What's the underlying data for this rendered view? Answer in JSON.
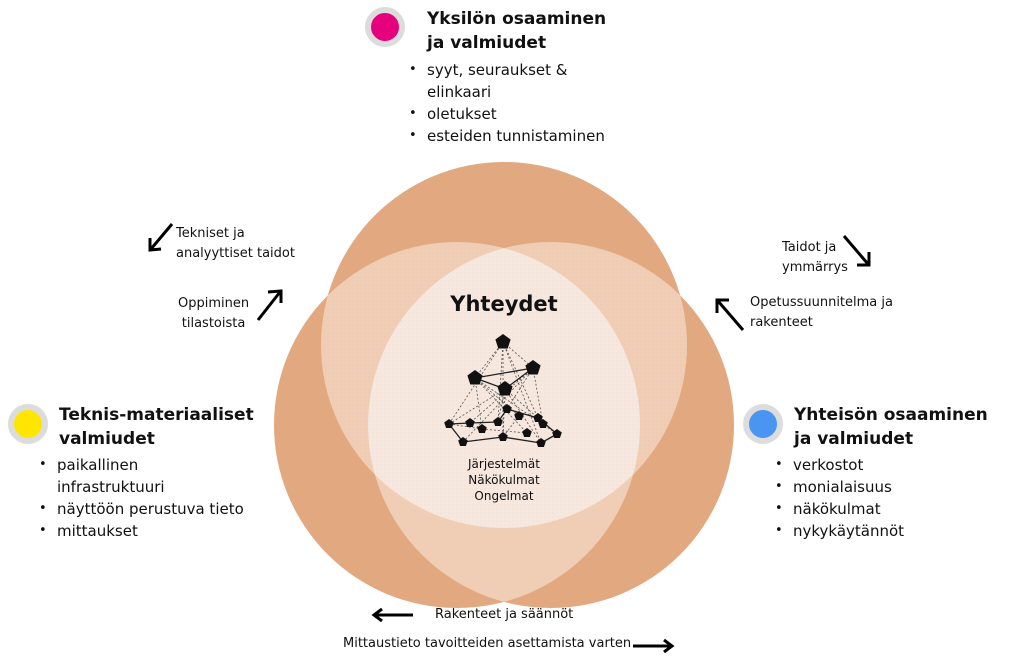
{
  "colors": {
    "circle_fill": "#e2a880",
    "overlap_two": "#f0cdb5",
    "overlap_center": "#f6e7df",
    "individual_dot": "#e6007e",
    "technical_dot": "#ffe600",
    "community_dot": "#4a94f2",
    "dot_ring": "#dcdcdc"
  },
  "center": {
    "title": "Yhteydet",
    "icon": "network-graph-icon",
    "items": [
      "Järjestelmät",
      "Näkökulmat",
      "Ongelmat"
    ]
  },
  "groups": {
    "individual": {
      "title_lines": [
        "Yksilön osaaminen",
        "ja valmiudet"
      ],
      "items": [
        "syyt, seuraukset & elinkaari",
        "oletukset",
        "esteiden tunnistaminen"
      ]
    },
    "technical": {
      "title_lines": [
        "Teknis-materiaaliset",
        "valmiudet"
      ],
      "items": [
        "paikallinen infrastruktuuri",
        "näyttöön perustuva tieto",
        "mittaukset"
      ]
    },
    "community": {
      "title_lines": [
        "Yhteisön osaaminen",
        "ja valmiudet"
      ],
      "items": [
        "verkostot",
        "monialaisuus",
        "näkökulmat",
        "nykykäytännöt"
      ]
    }
  },
  "flows": {
    "technical_skills": {
      "lines": [
        "Tekniset ja",
        "analyyttiset taidot"
      ],
      "arrow": "arrow-down-left"
    },
    "learning_stats": {
      "lines": [
        "Oppiminen",
        "tilastoista"
      ],
      "arrow": "arrow-up-right"
    },
    "skills_understanding": {
      "lines": [
        "Taidot ja",
        "ymmärrys"
      ],
      "arrow": "arrow-down-right"
    },
    "curriculum": {
      "lines": [
        "Opetussuunnitelma ja",
        "rakenteet"
      ],
      "arrow": "arrow-up-left"
    },
    "structures_rules": {
      "text": "Rakenteet ja säännöt",
      "arrow": "arrow-left"
    },
    "measurement": {
      "text": "Mittaustieto tavoitteiden asettamista varten",
      "arrow": "arrow-right"
    }
  }
}
